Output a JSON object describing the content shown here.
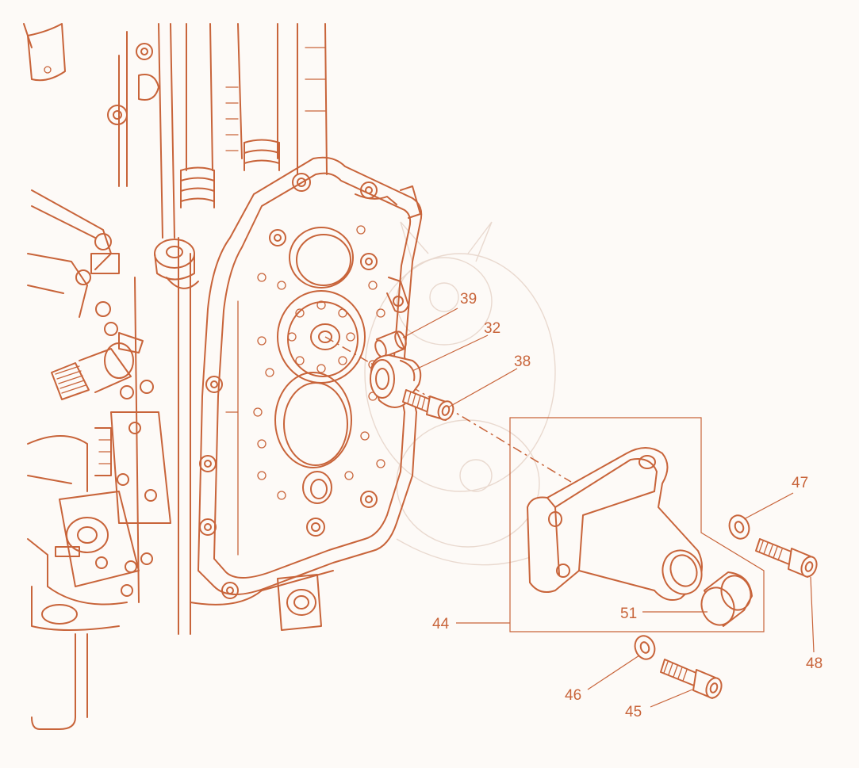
{
  "colors": {
    "line": "#c8643a",
    "background": "#fdfaf7",
    "watermark": "#e9d9cf"
  },
  "callouts": {
    "c39": "39",
    "c32": "32",
    "c38": "38",
    "c44": "44",
    "c51": "51",
    "c47": "47",
    "c48": "48",
    "c46": "46",
    "c45": "45"
  },
  "icons": {
    "watermark": "dragon-watermark-icon"
  }
}
